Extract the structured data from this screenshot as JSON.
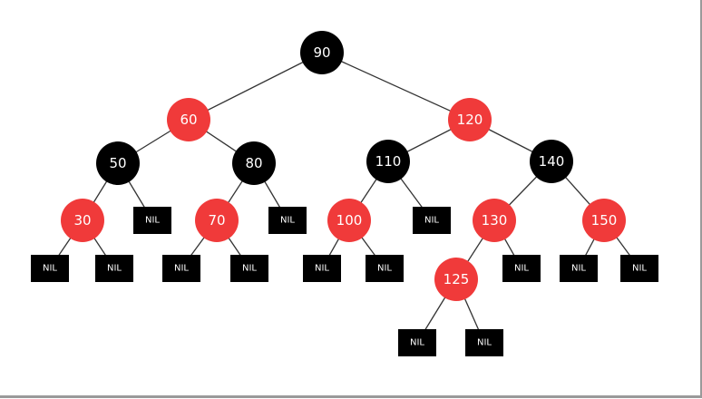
{
  "colors": {
    "red": "#f03a3a",
    "black": "#000000",
    "edge": "#333333",
    "text": "#ffffff"
  },
  "nodes": [
    {
      "id": "n90",
      "label": "90",
      "color": "black",
      "kind": "value"
    },
    {
      "id": "n60",
      "label": "60",
      "color": "red",
      "kind": "value"
    },
    {
      "id": "n120",
      "label": "120",
      "color": "red",
      "kind": "value"
    },
    {
      "id": "n50",
      "label": "50",
      "color": "black",
      "kind": "value"
    },
    {
      "id": "n80",
      "label": "80",
      "color": "black",
      "kind": "value"
    },
    {
      "id": "n110",
      "label": "110",
      "color": "black",
      "kind": "value"
    },
    {
      "id": "n140",
      "label": "140",
      "color": "black",
      "kind": "value"
    },
    {
      "id": "n30",
      "label": "30",
      "color": "red",
      "kind": "value"
    },
    {
      "id": "nil50r",
      "label": "NIL",
      "color": "black",
      "kind": "nil"
    },
    {
      "id": "n70",
      "label": "70",
      "color": "red",
      "kind": "value"
    },
    {
      "id": "nil80r",
      "label": "NIL",
      "color": "black",
      "kind": "nil"
    },
    {
      "id": "n100",
      "label": "100",
      "color": "red",
      "kind": "value"
    },
    {
      "id": "nil110r",
      "label": "NIL",
      "color": "black",
      "kind": "nil"
    },
    {
      "id": "n130",
      "label": "130",
      "color": "red",
      "kind": "value"
    },
    {
      "id": "n150",
      "label": "150",
      "color": "red",
      "kind": "value"
    },
    {
      "id": "nil30l",
      "label": "NIL",
      "color": "black",
      "kind": "nil"
    },
    {
      "id": "nil30r",
      "label": "NIL",
      "color": "black",
      "kind": "nil"
    },
    {
      "id": "nil70l",
      "label": "NIL",
      "color": "black",
      "kind": "nil"
    },
    {
      "id": "nil70r",
      "label": "NIL",
      "color": "black",
      "kind": "nil"
    },
    {
      "id": "nil100l",
      "label": "NIL",
      "color": "black",
      "kind": "nil"
    },
    {
      "id": "nil100r",
      "label": "NIL",
      "color": "black",
      "kind": "nil"
    },
    {
      "id": "n125",
      "label": "125",
      "color": "red",
      "kind": "value"
    },
    {
      "id": "nil130r",
      "label": "NIL",
      "color": "black",
      "kind": "nil"
    },
    {
      "id": "nil150l",
      "label": "NIL",
      "color": "black",
      "kind": "nil"
    },
    {
      "id": "nil150r",
      "label": "NIL",
      "color": "black",
      "kind": "nil"
    },
    {
      "id": "nil125l",
      "label": "NIL",
      "color": "black",
      "kind": "nil"
    },
    {
      "id": "nil125r",
      "label": "NIL",
      "color": "black",
      "kind": "nil"
    }
  ],
  "edges": [
    [
      "n90",
      "n60"
    ],
    [
      "n90",
      "n120"
    ],
    [
      "n60",
      "n50"
    ],
    [
      "n60",
      "n80"
    ],
    [
      "n120",
      "n110"
    ],
    [
      "n120",
      "n140"
    ],
    [
      "n50",
      "n30"
    ],
    [
      "n50",
      "nil50r"
    ],
    [
      "n80",
      "n70"
    ],
    [
      "n80",
      "nil80r"
    ],
    [
      "n110",
      "n100"
    ],
    [
      "n110",
      "nil110r"
    ],
    [
      "n140",
      "n130"
    ],
    [
      "n140",
      "n150"
    ],
    [
      "n30",
      "nil30l"
    ],
    [
      "n30",
      "nil30r"
    ],
    [
      "n70",
      "nil70l"
    ],
    [
      "n70",
      "nil70r"
    ],
    [
      "n100",
      "nil100l"
    ],
    [
      "n100",
      "nil100r"
    ],
    [
      "n130",
      "n125"
    ],
    [
      "n130",
      "nil130r"
    ],
    [
      "n150",
      "nil150l"
    ],
    [
      "n150",
      "nil150r"
    ],
    [
      "n125",
      "nil125l"
    ],
    [
      "n125",
      "nil125r"
    ]
  ]
}
